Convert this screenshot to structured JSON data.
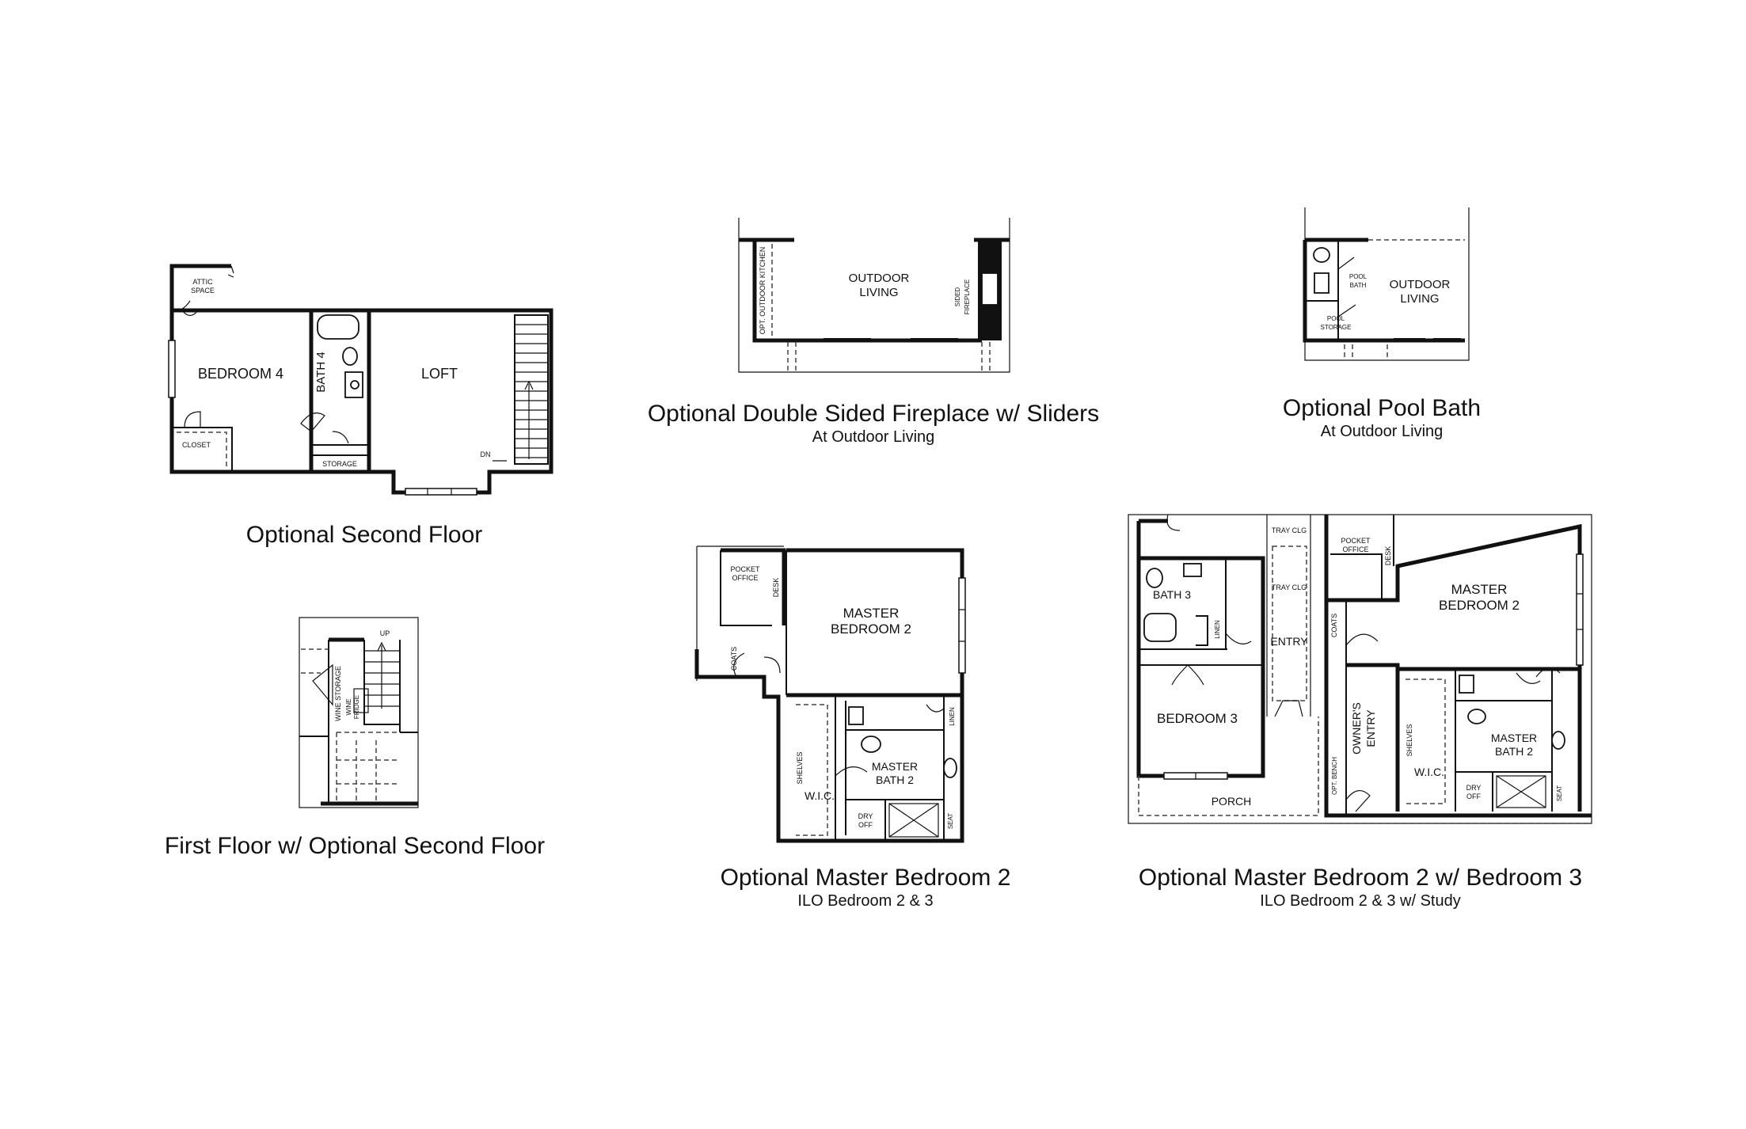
{
  "captions": {
    "second_floor": {
      "title": "Optional Second Floor"
    },
    "first_floor": {
      "title": "First Floor w/ Optional Second Floor"
    },
    "fireplace": {
      "title": "Optional Double Sided Fireplace w/ Sliders",
      "subtitle": "At Outdoor Living"
    },
    "pool_bath": {
      "title": "Optional Pool Bath",
      "subtitle": "At Outdoor Living"
    },
    "master_bedroom_2": {
      "title": "Optional Master Bedroom 2",
      "subtitle": "ILO Bedroom 2 & 3"
    },
    "master_bedroom_2_bedroom_3": {
      "title": "Optional Master Bedroom 2 w/ Bedroom 3",
      "subtitle": "ILO Bedroom 2 & 3 w/ Study"
    }
  },
  "second_floor_labels": {
    "attic_line1": "ATTIC",
    "attic_line2": "SPACE",
    "bedroom4": "BEDROOM 4",
    "bath4": "BATH 4",
    "loft": "LOFT",
    "closet": "CLOSET",
    "storage": "STORAGE",
    "dn": "DN"
  },
  "first_floor_labels": {
    "up": "UP",
    "wine_storage": "WINE STORAGE",
    "wine_fridge_line1": "WINE",
    "wine_fridge_line2": "FRIDGE"
  },
  "fireplace_labels": {
    "outdoor_living_line1": "OUTDOOR",
    "outdoor_living_line2": "LIVING",
    "outdoor_kitchen": "OPT. OUTDOOR KITCHEN",
    "sided_fireplace_line1": "SIDED",
    "sided_fireplace_line2": "FIREPLACE"
  },
  "pool_labels": {
    "pool_bath_line1": "POOL",
    "pool_bath_line2": "BATH",
    "pool_storage_line1": "POOL",
    "pool_storage_line2": "STORAGE",
    "outdoor_living_line1": "OUTDOOR",
    "outdoor_living_line2": "LIVING"
  },
  "master2_labels": {
    "pocket_office_line1": "POCKET",
    "pocket_office_line2": "OFFICE",
    "desk": "DESK",
    "coats": "COATS",
    "master_line1": "MASTER",
    "master_line2": "BEDROOM 2",
    "linen": "LINEN",
    "shelves": "SHELVES",
    "wic": "W.I.C.",
    "mbath_line1": "MASTER",
    "mbath_line2": "BATH 2",
    "dry_off_line1": "DRY",
    "dry_off_line2": "OFF",
    "seat": "SEAT"
  },
  "master2b3_labels": {
    "tray_clg": "TRAY CLG",
    "pocket_office_line1": "POCKET",
    "pocket_office_line2": "OFFICE",
    "desk": "DESK",
    "bath3": "BATH 3",
    "linen": "LINEN",
    "entry": "ENTRY",
    "coats": "COATS",
    "master_line1": "MASTER",
    "master_line2": "BEDROOM 2",
    "bedroom3": "BEDROOM 3",
    "owners_entry_line1": "OWNER'S",
    "owners_entry_line2": "ENTRY",
    "shelves": "SHELVES",
    "wic": "W.I.C.",
    "mbath_line1": "MASTER",
    "mbath_line2": "BATH 2",
    "opt_bench": "OPT. BENCH",
    "dry_off_line1": "DRY",
    "dry_off_line2": "OFF",
    "seat": "SEAT",
    "porch": "PORCH"
  }
}
